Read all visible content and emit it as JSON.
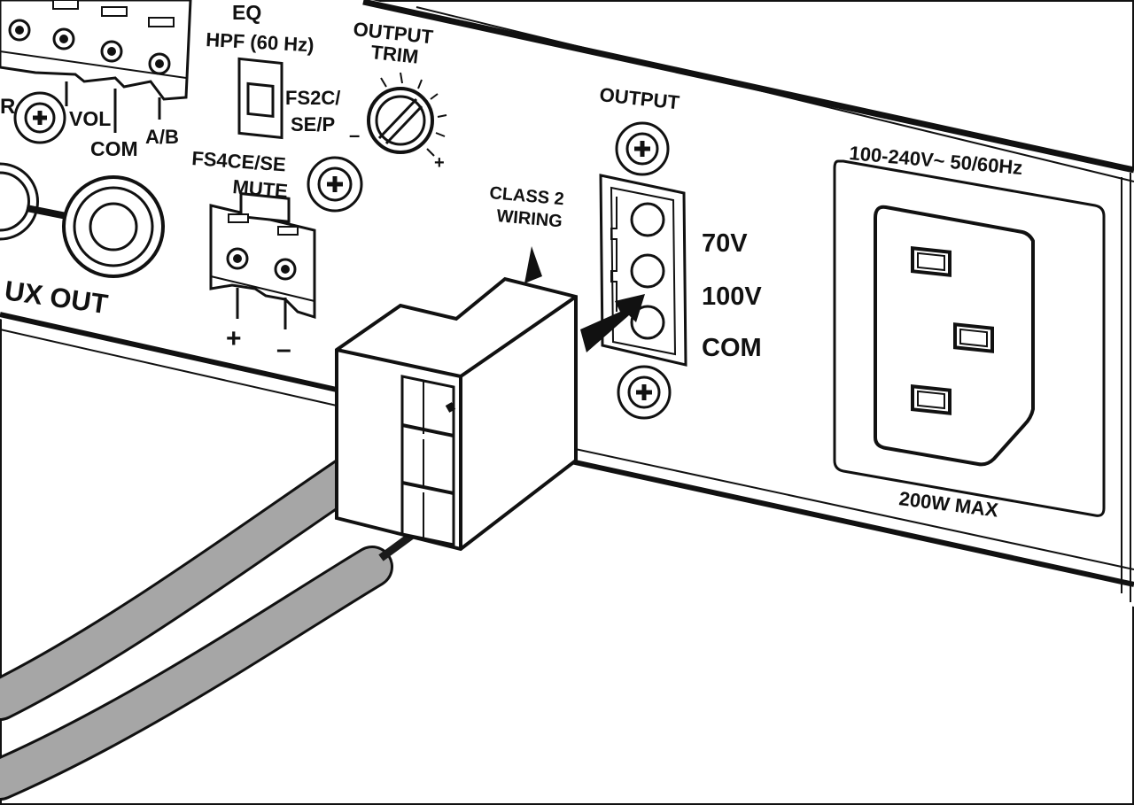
{
  "labels": {
    "eq": "EQ",
    "hpf": "HPF (60 Hz)",
    "output_trim_line1": "OUTPUT",
    "output_trim_line2": "TRIM",
    "fs2c": "FS2C/",
    "se_p": "SE/P",
    "trim_minus": "–",
    "trim_plus": "+",
    "fs4ce_se": "FS4CE/SE",
    "mute": "MUTE",
    "mute_plus": "+",
    "mute_minus": "–",
    "vol": "VOL",
    "com_left": "COM",
    "ab": "A/B",
    "partial_r": "R",
    "aux_out": "UX OUT",
    "output": "OUTPUT",
    "class2_line1": "CLASS 2",
    "class2_line2": "WIRING",
    "tap_70v": "70V",
    "tap_100v": "100V",
    "tap_com": "COM",
    "power_rating": "100-240V~ 50/60Hz",
    "max_power": "200W MAX"
  },
  "colors": {
    "ink": "#111111",
    "panel": "#ffffff",
    "cable": "#a6a6a6",
    "wire": "#1a1a1a"
  }
}
